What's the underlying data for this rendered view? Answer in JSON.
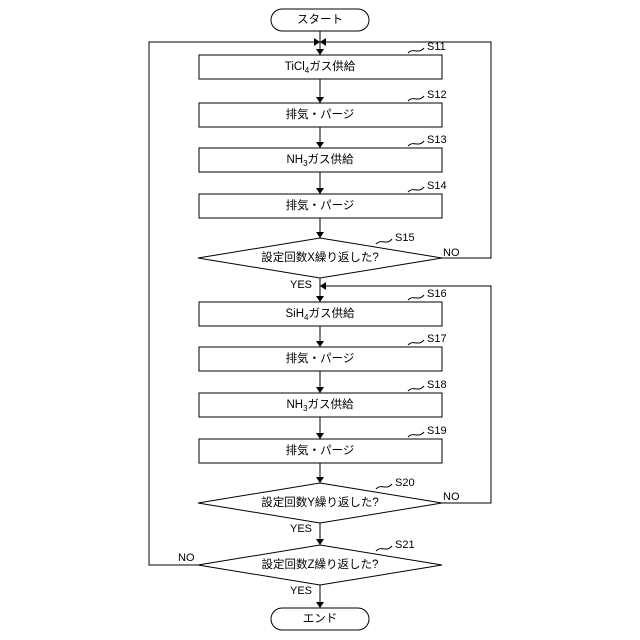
{
  "flow": {
    "start": "スタート",
    "end": "エンド",
    "s11": {
      "id": "S11",
      "pre": "TiCl",
      "sub": "4",
      "post": "ガス供給"
    },
    "s12": {
      "id": "S12",
      "text": "排気・パージ"
    },
    "s13": {
      "id": "S13",
      "pre": "NH",
      "sub": "3",
      "post": "ガス供給"
    },
    "s14": {
      "id": "S14",
      "text": "排気・パージ"
    },
    "s15": {
      "id": "S15",
      "text": "設定回数X繰り返した?",
      "yes": "YES",
      "no": "NO"
    },
    "s16": {
      "id": "S16",
      "pre": "SiH",
      "sub": "4",
      "post": "ガス供給"
    },
    "s17": {
      "id": "S17",
      "text": "排気・パージ"
    },
    "s18": {
      "id": "S18",
      "pre": "NH",
      "sub": "3",
      "post": "ガス供給"
    },
    "s19": {
      "id": "S19",
      "text": "排気・パージ"
    },
    "s20": {
      "id": "S20",
      "text": "設定回数Y繰り返した?",
      "yes": "YES",
      "no": "NO"
    },
    "s21": {
      "id": "S21",
      "text": "設定回数Z繰り返した?",
      "yes": "YES",
      "no": "NO"
    }
  }
}
